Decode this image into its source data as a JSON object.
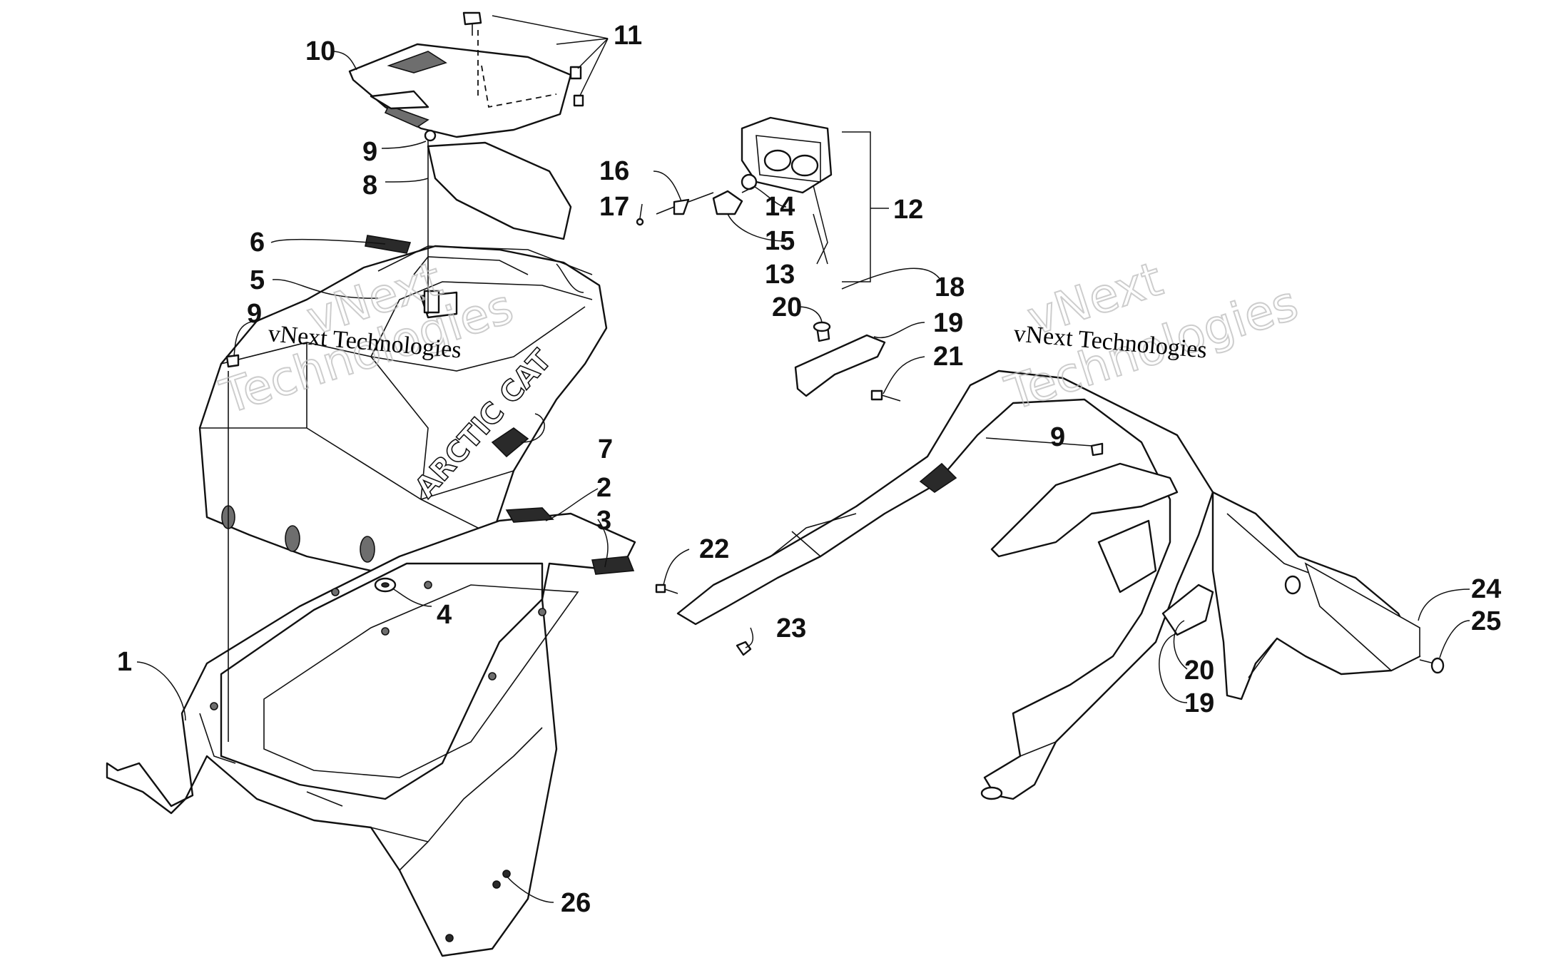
{
  "callouts": {
    "c1": "1",
    "c2": "2",
    "c3": "3",
    "c4": "4",
    "c5": "5",
    "c6": "6",
    "c7": "7",
    "c8": "8",
    "c9a": "9",
    "c9b": "9",
    "c9c": "9",
    "c10": "10",
    "c11": "11",
    "c12": "12",
    "c13": "13",
    "c14": "14",
    "c15": "15",
    "c16": "16",
    "c17": "17",
    "c18": "18",
    "c19a": "19",
    "c19b": "19",
    "c20a": "20",
    "c20b": "20",
    "c21": "21",
    "c22": "22",
    "c23": "23",
    "c24": "24",
    "c25": "25",
    "c26": "26"
  },
  "watermark": {
    "line": "vNext Technologies",
    "big_top": "vNext",
    "big_bottom": "Technologies"
  },
  "brand_logo": "ARCTIC CAT"
}
